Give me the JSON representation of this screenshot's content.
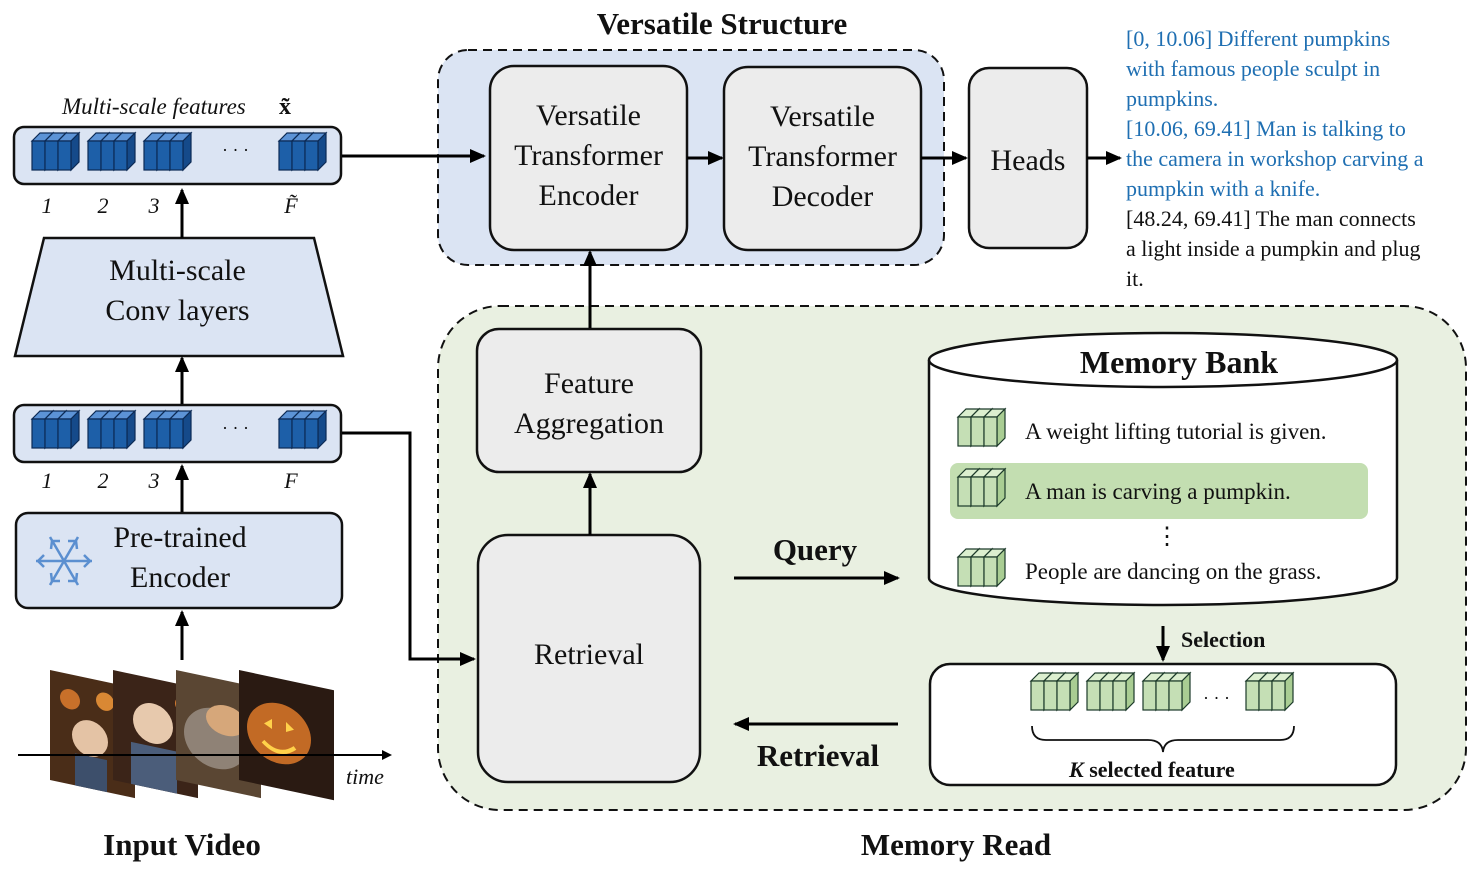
{
  "titles": {
    "versatile_structure": "Versatile Structure",
    "memory_read": "Memory Read",
    "input_video": "Input Video"
  },
  "boxes": {
    "encoder": "Versatile Transformer Encoder",
    "encoder_lines": [
      "Versatile",
      "Transformer",
      "Encoder"
    ],
    "decoder_lines": [
      "Versatile",
      "Transformer",
      "Decoder"
    ],
    "heads": "Heads",
    "conv_lines": [
      "Multi-scale",
      "Conv layers"
    ],
    "pretrained_lines": [
      "Pre-trained",
      "Encoder"
    ],
    "aggregation_lines": [
      "Feature",
      "Aggregation"
    ],
    "retrieval": "Retrieval"
  },
  "features": {
    "label": "Multi-scale features",
    "symbol": "x̃",
    "top_indices": [
      "1",
      "2",
      "3",
      "F̃"
    ],
    "bottom_indices": [
      "1",
      "2",
      "3",
      "F"
    ],
    "ellipsis": "· · ·"
  },
  "captions": [
    {
      "text": "[0, 10.06] Different pumpkins",
      "highlight": true
    },
    {
      "text": "with famous people sculpt in",
      "highlight": true
    },
    {
      "text": "pumpkins.",
      "highlight": true
    },
    {
      "text": "[10.06, 69.41] Man is talking to",
      "highlight": true
    },
    {
      "text": "the camera in workshop carving a",
      "highlight": true
    },
    {
      "text": "pumpkin with a knife.",
      "highlight": true
    },
    {
      "text": "[48.24, 69.41] The man connects",
      "highlight": false
    },
    {
      "text": "a light inside a pumpkin and plug",
      "highlight": false
    },
    {
      "text": "it.",
      "highlight": false
    }
  ],
  "memory_bank": {
    "title": "Memory Bank",
    "items": [
      {
        "text": "A weight lifting tutorial is given.",
        "selected": false
      },
      {
        "text": "A man is carving a pumpkin.",
        "selected": true
      },
      {
        "text": "People are dancing on the grass.",
        "selected": false
      }
    ],
    "vertical_ellipsis": "⋮"
  },
  "flow_labels": {
    "query": "Query",
    "retrieval": "Retrieval",
    "selection": "Selection",
    "k_selected": "K",
    "k_selected_rest": " selected feature",
    "time": "time"
  },
  "colors": {
    "blue_fill": "#dbe4f3",
    "green_fill": "#e9f0e1",
    "gray_box": "#ececec",
    "cube_blue": "#1d5fa8",
    "cube_green": "#c5dfb5",
    "highlight_row": "#c3deb1",
    "caption_blue": "#1f6fb2"
  }
}
